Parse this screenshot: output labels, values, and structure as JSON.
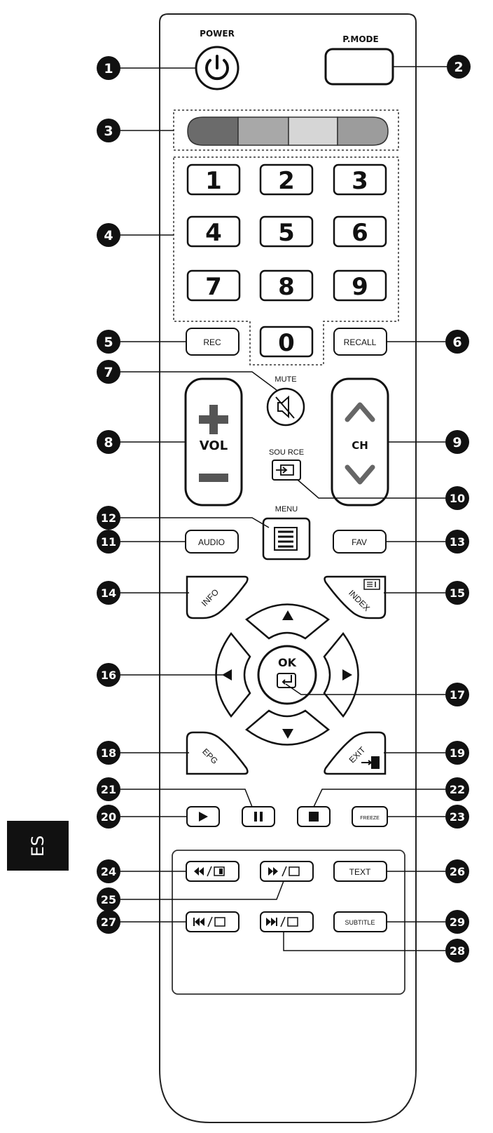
{
  "labels": {
    "power": "POWER",
    "pmode": "P.MODE",
    "mute": "MUTE",
    "source": "SOU RCE",
    "menu": "MENU",
    "vol": "VOL",
    "ch": "CH",
    "ok": "OK"
  },
  "keys": {
    "rec": "REC",
    "recall": "RECALL",
    "audio": "AUDIO",
    "fav": "FAV",
    "info": "INFO",
    "index": "INDEX",
    "epg": "EPG",
    "exit": "EXIT",
    "freeze": "FREEZE",
    "text": "TEXT",
    "subtitle": "SUBTITLE"
  },
  "digits": [
    "1",
    "2",
    "3",
    "4",
    "5",
    "6",
    "7",
    "8",
    "9",
    "0"
  ],
  "callouts": [
    "1",
    "2",
    "3",
    "4",
    "5",
    "6",
    "7",
    "8",
    "9",
    "10",
    "11",
    "12",
    "13",
    "14",
    "15",
    "16",
    "17",
    "18",
    "19",
    "20",
    "21",
    "22",
    "23",
    "24",
    "25",
    "26",
    "27",
    "28",
    "29"
  ],
  "language_tab": "ES",
  "colors": {
    "red": "#6b6b6b",
    "green": "#a8a8a8",
    "yellow": "#d6d6d6",
    "blue": "#9c9c9c"
  }
}
